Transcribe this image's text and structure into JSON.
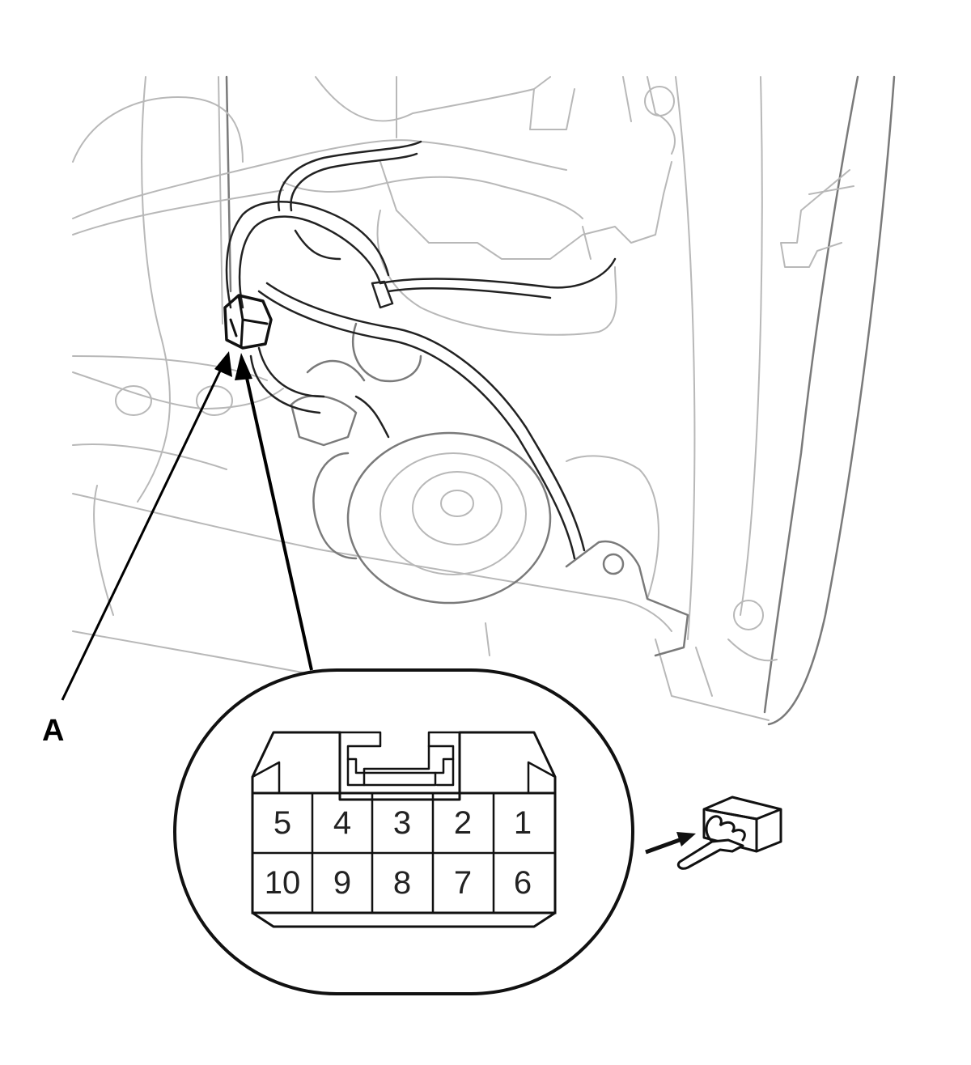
{
  "callout": {
    "label": "A"
  },
  "connector": {
    "pins_top": [
      "5",
      "4",
      "3",
      "2",
      "1"
    ],
    "pins_bottom": [
      "10",
      "9",
      "8",
      "7",
      "6"
    ]
  },
  "icons": {
    "connector_view": "connector-terminal-side-icon",
    "inspect_hand": "probe-hand-icon"
  },
  "colors": {
    "line": "#111111",
    "background_line": "#b8b8b8"
  }
}
